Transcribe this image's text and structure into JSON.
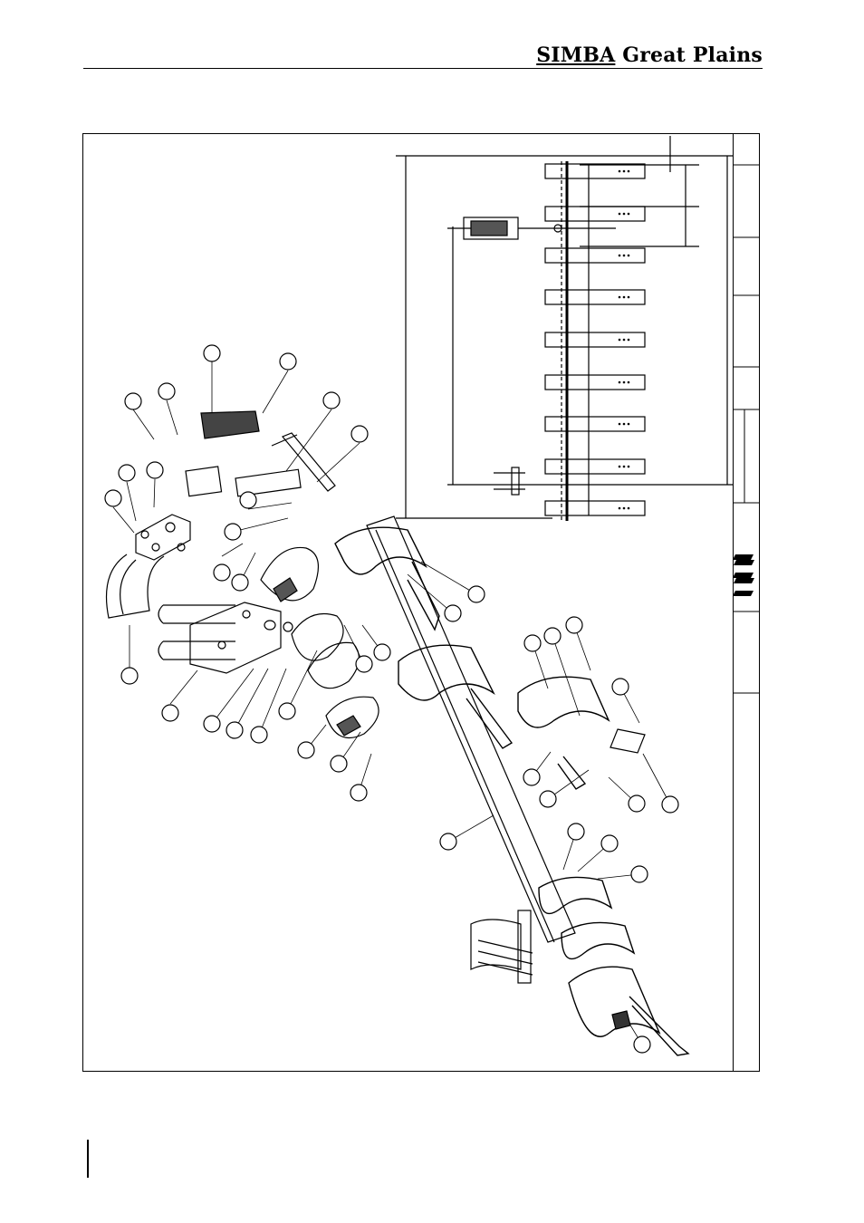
{
  "header": {
    "brand_part1": "SIMBA",
    "brand_part2": " Great Plains"
  },
  "drawing": {
    "type": "exploded parts diagram",
    "callouts_labeled": false
  }
}
